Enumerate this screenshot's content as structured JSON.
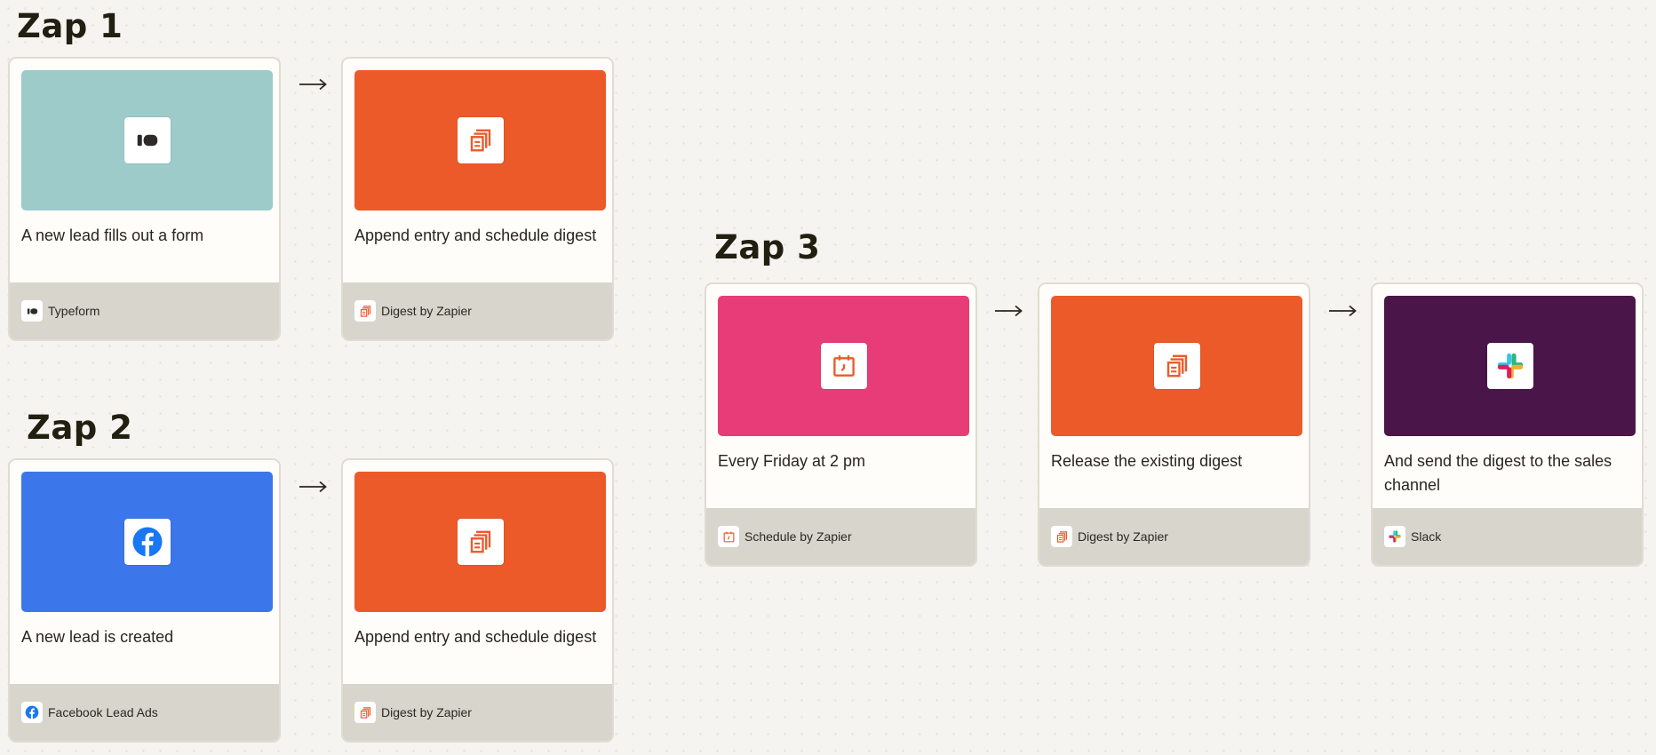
{
  "zaps": [
    {
      "title": "Zap 1",
      "steps": [
        {
          "description": "A new lead fills out a form",
          "app": "Typeform",
          "icon": "typeform-icon",
          "color": "#9ccbca"
        },
        {
          "description": "Append entry and schedule digest",
          "app": "Digest by Zapier",
          "icon": "digest-icon",
          "color": "#ec5a29"
        }
      ]
    },
    {
      "title": "Zap 2",
      "steps": [
        {
          "description": "A new lead is created",
          "app": "Facebook Lead Ads",
          "icon": "facebook-icon",
          "color": "#3b77ea"
        },
        {
          "description": "Append entry and schedule digest",
          "app": "Digest by Zapier",
          "icon": "digest-icon",
          "color": "#ec5a29"
        }
      ]
    },
    {
      "title": "Zap 3",
      "steps": [
        {
          "description": "Every Friday at 2 pm",
          "app": "Schedule by Zapier",
          "icon": "schedule-icon",
          "color": "#e83c78"
        },
        {
          "description": "Release the existing digest",
          "app": "Digest by Zapier",
          "icon": "digest-icon",
          "color": "#ec5a29"
        },
        {
          "description": "And send the digest to the sales channel",
          "app": "Slack",
          "icon": "slack-icon",
          "color": "#4a1548"
        }
      ]
    }
  ],
  "colors": {
    "background": "#f5f4f0",
    "card_footer": "#d8d5cc",
    "title": "#211f10"
  }
}
